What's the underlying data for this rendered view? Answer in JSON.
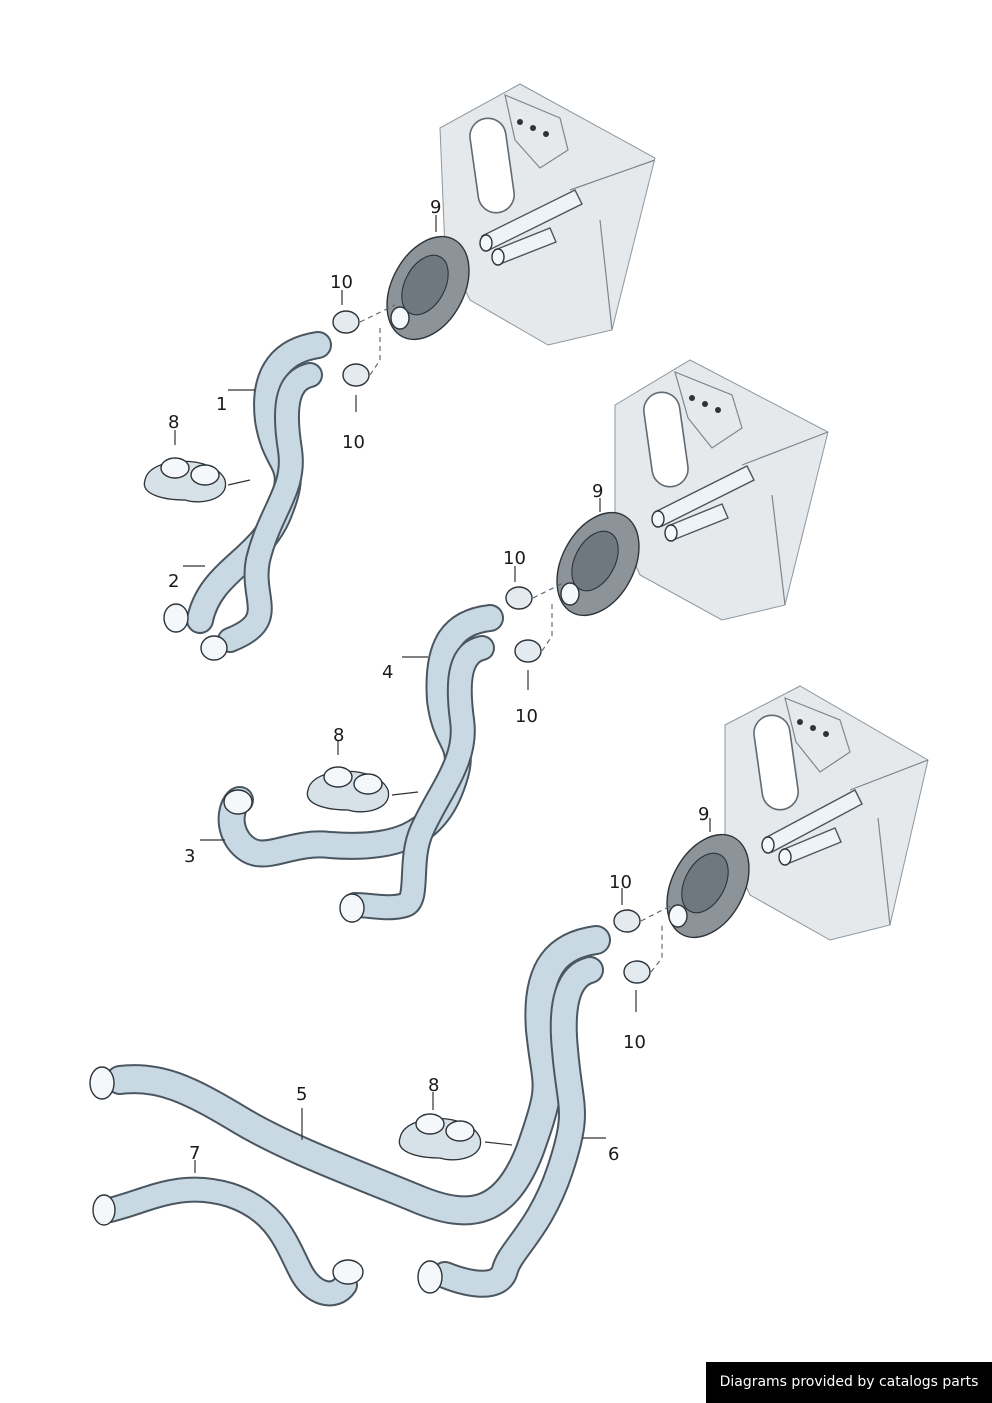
{
  "callouts": {
    "g1": {
      "n9": "9",
      "n10a": "10",
      "n10b": "10",
      "n1": "1",
      "n8": "8",
      "n2": "2"
    },
    "g2": {
      "n9": "9",
      "n10a": "10",
      "n10b": "10",
      "n4": "4",
      "n8": "8",
      "n3": "3"
    },
    "g3": {
      "n9": "9",
      "n10a": "10",
      "n10b": "10",
      "n5": "5",
      "n8": "8",
      "n7": "7",
      "n6": "6"
    }
  },
  "footer": {
    "credit": "Diagrams provided by catalogs parts"
  },
  "colors": {
    "hose_fill": "#c9d9e4",
    "outline": "#2d3338",
    "bulkhead": "#e6e9ec",
    "grommet": "#8c949a"
  }
}
